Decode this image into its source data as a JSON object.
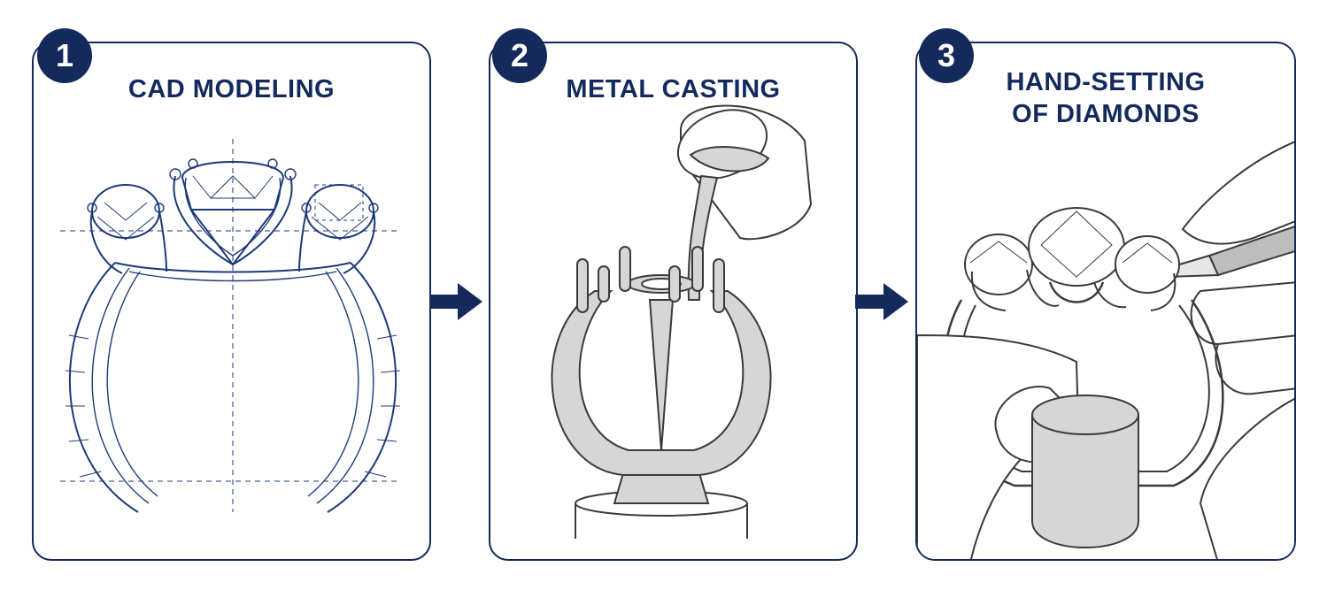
{
  "steps": [
    {
      "number": "1",
      "title": "CAD MODELING"
    },
    {
      "number": "2",
      "title": "METAL CASTING"
    },
    {
      "number": "3",
      "title_line1": "HAND-SETTING",
      "title_line2": "OF DIAMONDS"
    }
  ],
  "colors": {
    "navy": "#142a5c",
    "metal_fill": "#d6d6d6",
    "stroke": "#3a3a3a"
  },
  "icons": [
    "ring-wireframe-icon",
    "crucible-pour-icon",
    "hand-setting-icon",
    "arrow-right-icon"
  ]
}
